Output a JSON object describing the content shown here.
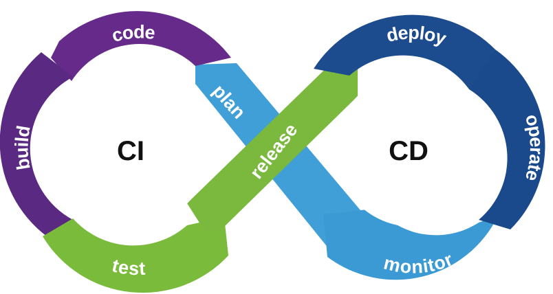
{
  "diagram": {
    "left_loop": {
      "label": "CI"
    },
    "right_loop": {
      "label": "CD"
    },
    "segments": {
      "code": {
        "label": "code",
        "color": "#652a8a"
      },
      "build": {
        "label": "build",
        "color": "#5a2a82"
      },
      "test": {
        "label": "test",
        "color": "#7bbb3c"
      },
      "release": {
        "label": "release",
        "color": "#7ab83e"
      },
      "plan": {
        "label": "plan",
        "color": "#3f9fd6"
      },
      "deploy": {
        "label": "deploy",
        "color": "#1c4b8e"
      },
      "operate": {
        "label": "operate",
        "color": "#1a4a8c"
      },
      "monitor": {
        "label": "monitor",
        "color": "#3b9ad3"
      }
    }
  }
}
